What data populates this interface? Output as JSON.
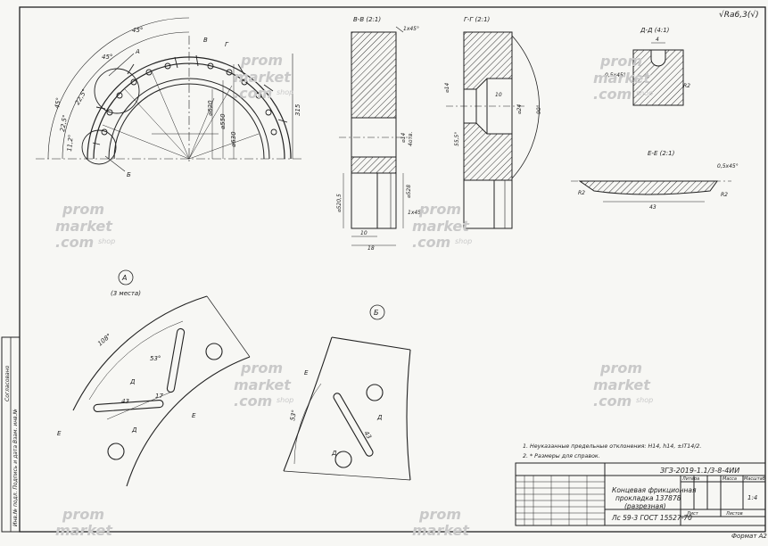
{
  "roughness": "√Ra6,3(√)",
  "format": "Формат А2",
  "stamp": {
    "designation": "ЗГЗ-2019-1.1/3-8-4ИИ",
    "title_line1": "Концевая фрикционная",
    "title_line2": "прокладка 137878",
    "title_line3": "(разрезная)",
    "material": "Лс 59-3 ГОСТ 15527-70",
    "col_litera": "Литера",
    "col_massa": "Масса",
    "col_masshtab": "Масштаб",
    "scale": "1:4",
    "list": "Лист",
    "listov": "Листов"
  },
  "notes": {
    "n1": "1. Неуказанные предельные отклонения: Н14, h14, ±IT14/2.",
    "n2": "2. * Размеры для справок."
  },
  "side_labels": {
    "a": "Согласовано",
    "b": "Инв.№ подл.   Подпись и дата   Взам. инв.№"
  },
  "sections": {
    "vv": "В-В (2:1)",
    "gg": "Г-Г (2:1)",
    "dd": "Д-Д (4:1)",
    "ee": "Е-Е (2:1)",
    "a_circle": "А",
    "a_note": "(3 места)",
    "b_circle": "Б"
  },
  "dims": {
    "d620": "⌀620",
    "d550": "⌀550",
    "d630": "⌀630",
    "r315": "315",
    "a45": "45°",
    "a225": "22,5°",
    "a112": "11,2°",
    "vv_ch": "1х45°",
    "vv_d14": "⌀14",
    "vv_d14b": "4отв.",
    "vv_d528": "⌀528",
    "vv_ch2": "1х45°",
    "vv_d5205": "⌀520,5",
    "vv_w10": "10",
    "vv_w18": "18",
    "gg_d14": "⌀14",
    "gg_10": "10",
    "gg_d24": "⌀24",
    "gg_90": "90°",
    "gg_55": "55,5°",
    "dd_4": "4",
    "dd_ch": "0,5х45°",
    "dd_r2": "R2",
    "ee_ch": "0,5х45°",
    "ee_43": "43",
    "ee_r2": "R2",
    "ee_r2b": "R2",
    "a_108": "108°",
    "a_43": "43",
    "a_53": "53°",
    "a_17": "17",
    "b_53": "53°",
    "b_43": "43"
  },
  "markers": {
    "v": "В",
    "g": "Г",
    "d": "Д",
    "e": "Е",
    "b": "Б"
  },
  "watermark": {
    "l1": "prom",
    "l2": "market",
    "l3": ".com",
    "shop": "shop"
  }
}
